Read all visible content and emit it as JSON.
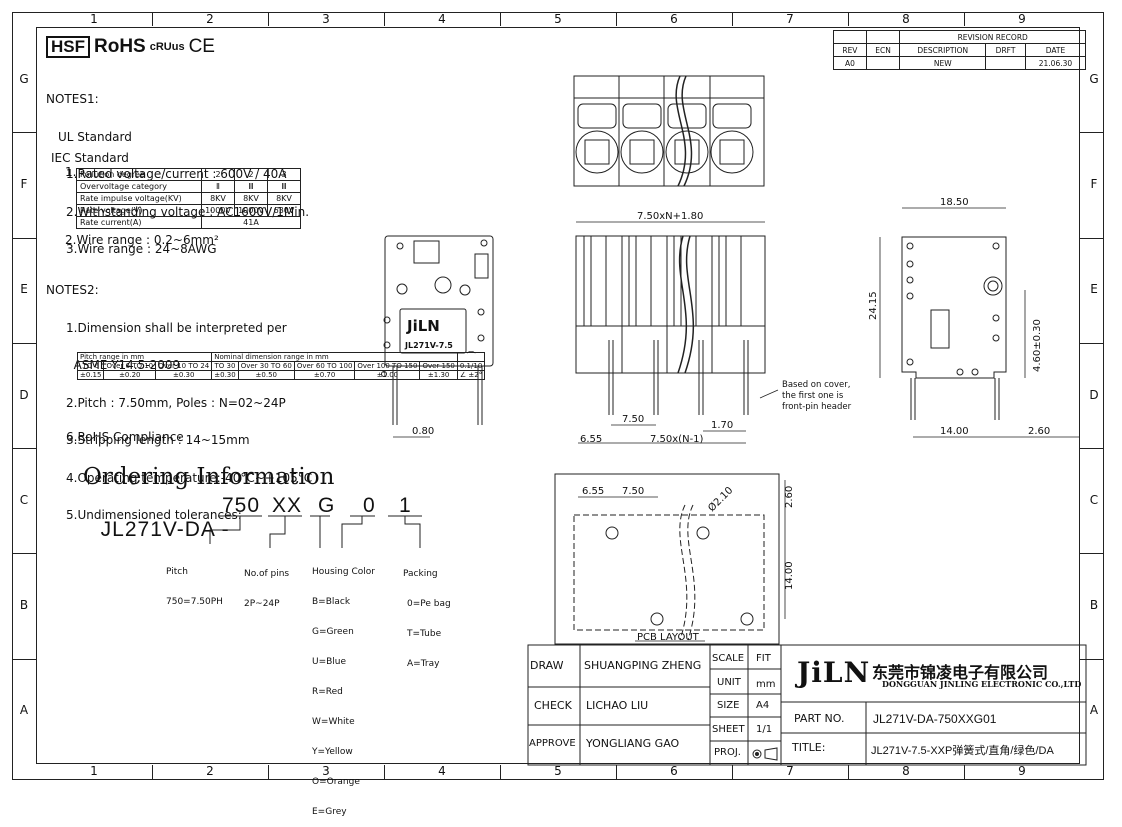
{
  "zones": {
    "columns": [
      "1",
      "2",
      "3",
      "4",
      "5",
      "6",
      "7",
      "8",
      "9"
    ],
    "rows": [
      "G",
      "F",
      "E",
      "D",
      "C",
      "B",
      "A"
    ]
  },
  "header": {
    "hsf": "HSF",
    "rohs": "RoHS",
    "ul_mark": "cRUus",
    "ce": "CE"
  },
  "revision": {
    "title": "REVISION RECORD",
    "headers": [
      "REV",
      "ECN",
      "DESCRIPTION",
      "DRFT",
      "DATE"
    ],
    "row": [
      "A0",
      "",
      "NEW",
      "",
      "21.06.30"
    ]
  },
  "notes1": {
    "heading": "NOTES1:",
    "ul_heading": "UL Standard",
    "ul_items": [
      "1.Rated voltage/current : 600V / 40A",
      "2.Withstanding voltage : AC1600V/1Min.",
      "3.Wire range : 24~8AWG"
    ],
    "iec_heading": "IEC Standard",
    "iec_num": "1.",
    "iec_table": [
      [
        "Pollution degree",
        "2",
        "2",
        "3"
      ],
      [
        "Overvoltage category",
        "Ⅱ",
        "Ⅲ",
        "Ⅲ"
      ],
      [
        "Rate impulse voltage(KV)",
        "8KV",
        "8KV",
        "8KV"
      ],
      [
        "Rate voltage(V)",
        "1000V",
        "1000V",
        "630V"
      ],
      [
        "Rate current(A)",
        "41A"
      ]
    ],
    "iec_wire": "2.Wire range : 0.2~6mm²"
  },
  "notes2": {
    "heading": "NOTES2:",
    "items": [
      "1.Dimension shall be interpreted per",
      "  ASME Y14.5-2009",
      "2.Pitch : 7.50mm, Poles : N=02~24P",
      "3.Stripping length : 14~15mm",
      "4.Operating temperature:-40°C~+105°C",
      "5.Undimensioned tolerances:"
    ],
    "tol_header1": "Pitch range in mm",
    "tol_header2": "Nominal dimension range in mm",
    "tol_sym": "⌒",
    "tol_cols": [
      "TO 6",
      "Over 6 TO 10",
      "Over 10 TO 24",
      "TO 30",
      "Over 30 TO 60",
      "Over 60 TO 100",
      "Over 100 TO 150",
      "Over 150"
    ],
    "tol_vals": [
      "±0.15",
      "±0.20",
      "±0.30",
      "±0.30",
      "±0.50",
      "±0.70",
      "±1.00",
      "±1.30"
    ],
    "tol_flat": "0.1/10",
    "tol_angle_sym": "∠",
    "tol_angle": "±2°",
    "rohs": "6.RoHS Compliance"
  },
  "ordering": {
    "title": "Ordering Information",
    "prefix": "JL271V-DA -",
    "p1": "750",
    "p2": "XX",
    "p3": "G",
    "p4": "0",
    "p5": "1",
    "pitch_label": "Pitch",
    "pitch_val": "750=7.50PH",
    "pins_label": "No.of pins",
    "pins_val": "2P~24P",
    "color_label": "Housing Color",
    "colors": [
      "B=Black",
      "G=Green",
      "U=Blue",
      "R=Red",
      "W=White",
      "Y=Yellow",
      "O=Orange",
      "E=Grey"
    ],
    "pack_label": "Packing",
    "packs": [
      "0=Pe bag",
      "T=Tube",
      "A=Tray"
    ]
  },
  "drawing": {
    "part_label_1": "JiLN",
    "part_label_2": "JL271V-7.5",
    "dim_080": "0.80",
    "dim_top": "7.50xN+1.80",
    "dim_750": "7.50",
    "dim_170": "1.70",
    "dim_655": "6.55",
    "dim_750n": "7.50x(N-1)",
    "cover_note": [
      "Based on cover,",
      "the first one is",
      "front-pin header"
    ],
    "dim_1850": "18.50",
    "dim_2415": "24.15",
    "dim_460": "4.60±0.30",
    "dim_1400": "14.00",
    "dim_260": "2.60",
    "pcb_655": "6.55",
    "pcb_750": "7.50",
    "pcb_dia": "Ø2.10",
    "pcb_260": "2.60",
    "pcb_1400": "14.00",
    "pcb_layout": "PCB LAYOUT"
  },
  "title_block": {
    "draw_label": "DRAW",
    "draw_name": "SHUANGPING ZHENG",
    "check_label": "CHECK",
    "check_name": "LICHAO  LIU",
    "approve_label": "APPROVE",
    "approve_name": "YONGLIANG GAO",
    "scale_label": "SCALE",
    "scale_val": "FIT",
    "unit_label": "UNIT",
    "unit_val": "mm",
    "size_label": "SIZE",
    "size_val": "A4",
    "sheet_label": "SHEET",
    "sheet_val": "1/1",
    "proj_label": "PROJ.",
    "logo": "JiLN",
    "company_cn": "东莞市锦凌电子有限公司",
    "company_en": "DONGGUAN JINLING ELECTRONIC CO.,LTD",
    "part_no_label": "PART NO.",
    "part_no": "JL271V-DA-750XXG01",
    "title_label": "TITLE:",
    "title": "JL271V-7.5-XXP弹簧式/直角/绿色/DA"
  }
}
